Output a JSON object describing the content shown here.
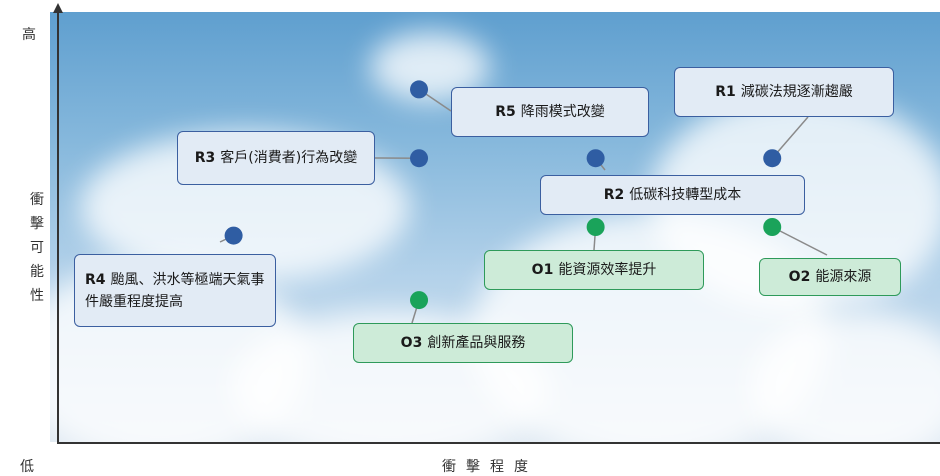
{
  "chart_data": {
    "type": "scatter",
    "title": "",
    "xlabel": "衝擊程度",
    "ylabel": "衝擊可能性",
    "y_high_label": "高",
    "y_low_label": "低",
    "colors": {
      "risk": "#2f5da3",
      "opportunity": "#1aa35a"
    },
    "points": [
      {
        "code": "R1",
        "label": "減碳法規逐漸趨嚴",
        "group": "risk",
        "x": 0.81,
        "y": 0.66
      },
      {
        "code": "R2",
        "label": "低碳科技轉型成本",
        "group": "risk",
        "x": 0.61,
        "y": 0.66
      },
      {
        "code": "R3",
        "label": "客戶(消費者)行為改變",
        "group": "risk",
        "x": 0.41,
        "y": 0.66
      },
      {
        "code": "R4",
        "label": "颱風、洪水等極端天氣事件嚴重程度提高",
        "group": "risk",
        "x": 0.2,
        "y": 0.48
      },
      {
        "code": "R5",
        "label": "降雨模式改變",
        "group": "risk",
        "x": 0.41,
        "y": 0.82
      },
      {
        "code": "O1",
        "label": "能資源效率提升",
        "group": "opportunity",
        "x": 0.61,
        "y": 0.5
      },
      {
        "code": "O2",
        "label": "能源來源",
        "group": "opportunity",
        "x": 0.81,
        "y": 0.5
      },
      {
        "code": "O3",
        "label": "創新產品與服務",
        "group": "opportunity",
        "x": 0.41,
        "y": 0.33
      }
    ]
  }
}
